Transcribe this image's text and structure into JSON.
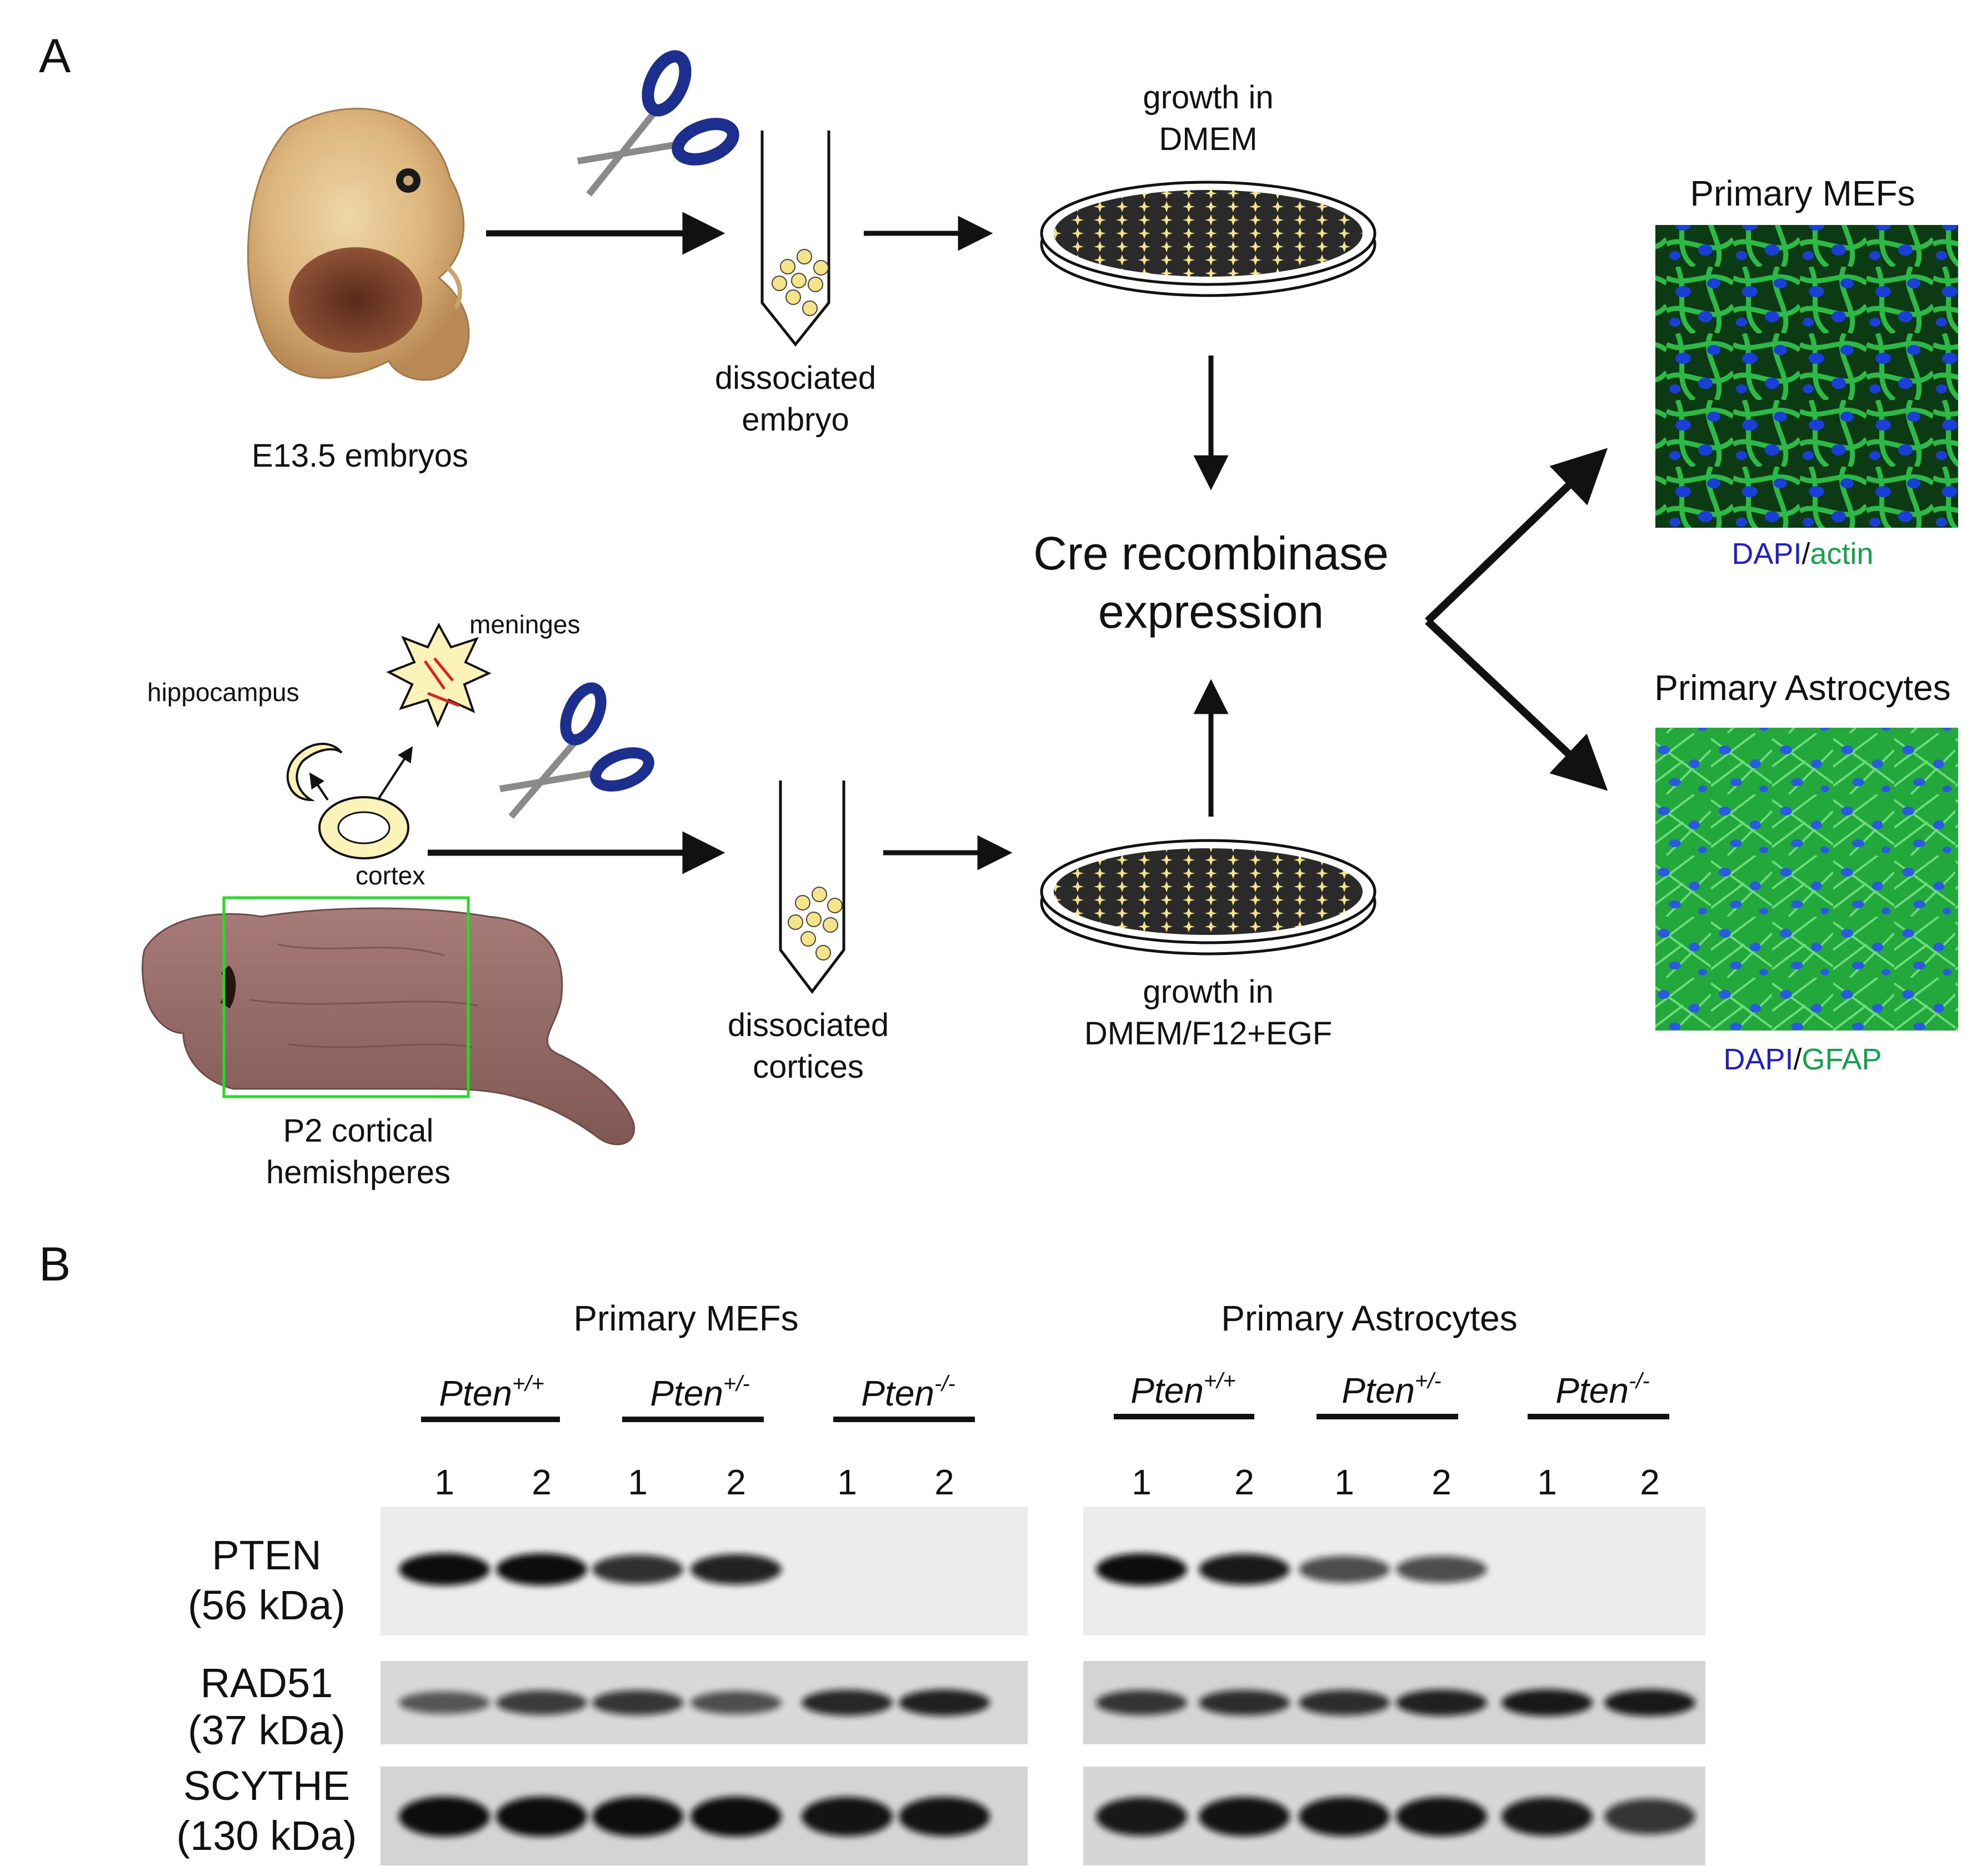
{
  "panel_a": {
    "label": "A",
    "embryo_label": "E13.5 embryos",
    "dissociated_embryo": [
      "dissociated",
      "embryo"
    ],
    "growth_dmem": [
      "growth in",
      "DMEM"
    ],
    "primary_mefs_title": "Primary MEFs",
    "mefs_stain": {
      "dapi": "DAPI",
      "slash": "/",
      "marker": "actin"
    },
    "cre": [
      "Cre recombinase",
      "expression"
    ],
    "primary_astro_title": "Primary Astrocytes",
    "astro_stain": {
      "dapi": "DAPI",
      "slash": "/",
      "marker": "GFAP"
    },
    "meninges": "meninges",
    "hippocampus": "hippocampus",
    "cortex": "cortex",
    "hemispheres_label": [
      "P2 cortical",
      "hemishperes"
    ],
    "dissociated_cortices": [
      "dissociated",
      "cortices"
    ],
    "growth_dmem_f12": [
      "growth in",
      "DMEM/F12+EGF"
    ]
  },
  "panel_b": {
    "label": "B",
    "groups": [
      {
        "title": "Primary MEFs",
        "genotypes": [
          {
            "base": "Pten",
            "sup": "+/+"
          },
          {
            "base": "Pten",
            "sup": "+/-"
          },
          {
            "base": "Pten",
            "sup": "-/-"
          }
        ],
        "lane_numbers": [
          "1",
          "2",
          "1",
          "2",
          "1",
          "2"
        ],
        "band_intensity": {
          "PTEN": [
            1.0,
            1.0,
            0.75,
            0.85,
            0.0,
            0.0
          ],
          "RAD51": [
            0.45,
            0.65,
            0.7,
            0.5,
            0.8,
            0.85
          ],
          "SCYTHE": [
            1.0,
            1.0,
            1.0,
            1.0,
            0.95,
            0.95
          ]
        }
      },
      {
        "title": "Primary Astrocytes",
        "genotypes": [
          {
            "base": "Pten",
            "sup": "+/+"
          },
          {
            "base": "Pten",
            "sup": "+/-"
          },
          {
            "base": "Pten",
            "sup": "-/-"
          }
        ],
        "lane_numbers": [
          "1",
          "2",
          "1",
          "2",
          "1",
          "2"
        ],
        "band_intensity": {
          "PTEN": [
            1.0,
            0.9,
            0.55,
            0.55,
            0.0,
            0.0
          ],
          "RAD51": [
            0.7,
            0.75,
            0.75,
            0.85,
            0.9,
            0.9
          ],
          "SCYTHE": [
            0.9,
            0.95,
            0.95,
            0.95,
            0.9,
            0.7
          ]
        }
      }
    ],
    "blots": [
      {
        "name": "PTEN",
        "size": "(56 kDa)"
      },
      {
        "name": "RAD51",
        "size": "(37 kDa)"
      },
      {
        "name": "SCYTHE",
        "size": "(130 kDa)"
      }
    ]
  },
  "colors": {
    "dapi_blue": "#1f1fd0",
    "stain_green": "#12a44a",
    "cre_box": "#22dd22",
    "meninges_red": "#e02020",
    "cell_yellow": "#f5e48a",
    "scissors_blue": "#1c2f8f"
  },
  "icons": [
    "scissors-icon",
    "culture-dish-icon",
    "tube-icon"
  ]
}
